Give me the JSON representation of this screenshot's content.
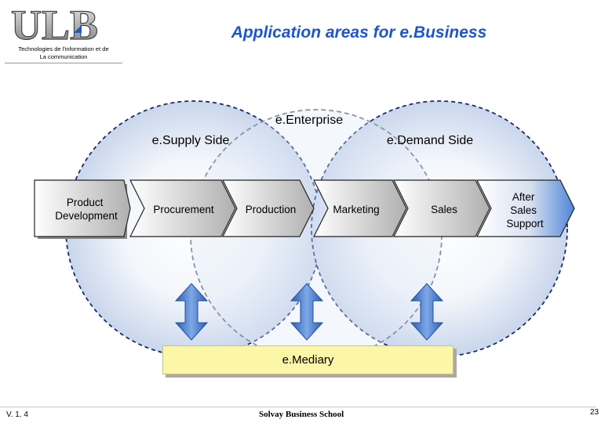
{
  "header": {
    "logo_text": "ULB",
    "logo_subtitle_line1": "Technologies de l'information et de",
    "logo_subtitle_line2": "La communication",
    "title": "Application areas for e.Business"
  },
  "diagram": {
    "enterprise_label": "e.Enterprise",
    "supply_label": "e.Supply Side",
    "demand_label": "e.Demand Side",
    "chain": [
      {
        "lines": [
          "Product",
          "Development"
        ]
      },
      {
        "lines": [
          "Procurement"
        ]
      },
      {
        "lines": [
          "Production"
        ]
      },
      {
        "lines": [
          "Marketing"
        ]
      },
      {
        "lines": [
          "Sales"
        ]
      },
      {
        "lines": [
          "After",
          "Sales",
          "Support"
        ]
      }
    ],
    "mediary_label": "e.Mediary",
    "colors": {
      "circle_fill": "#dfe8f5",
      "circle_stroke": "#1c2a6b",
      "enterprise_stroke": "#8a93a8",
      "chevron_light": "#ffffff",
      "chevron_dark": "#b4b4b4",
      "accent_last": "#4f86d6",
      "arrow_fill": "#4a7fd1",
      "mediary_fill": "#fbf6a8"
    }
  },
  "footer": {
    "version": "V. 1. 4",
    "school": "Solvay Business School",
    "page_number": "23"
  }
}
